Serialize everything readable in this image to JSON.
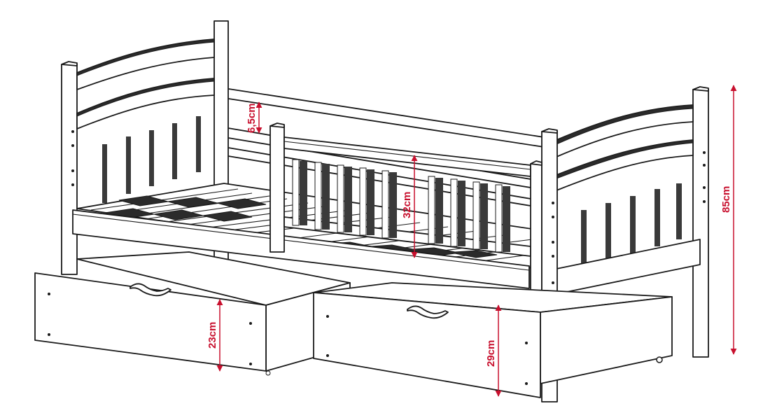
{
  "dimensions": {
    "rail_height": "6,5cm",
    "barrier_height": "32cm",
    "total_height": "85cm",
    "drawer_left_height": "23cm",
    "drawer_right_height": "29cm"
  },
  "colors": {
    "line": "#1a1a1a",
    "dimension": "#c8102e"
  }
}
